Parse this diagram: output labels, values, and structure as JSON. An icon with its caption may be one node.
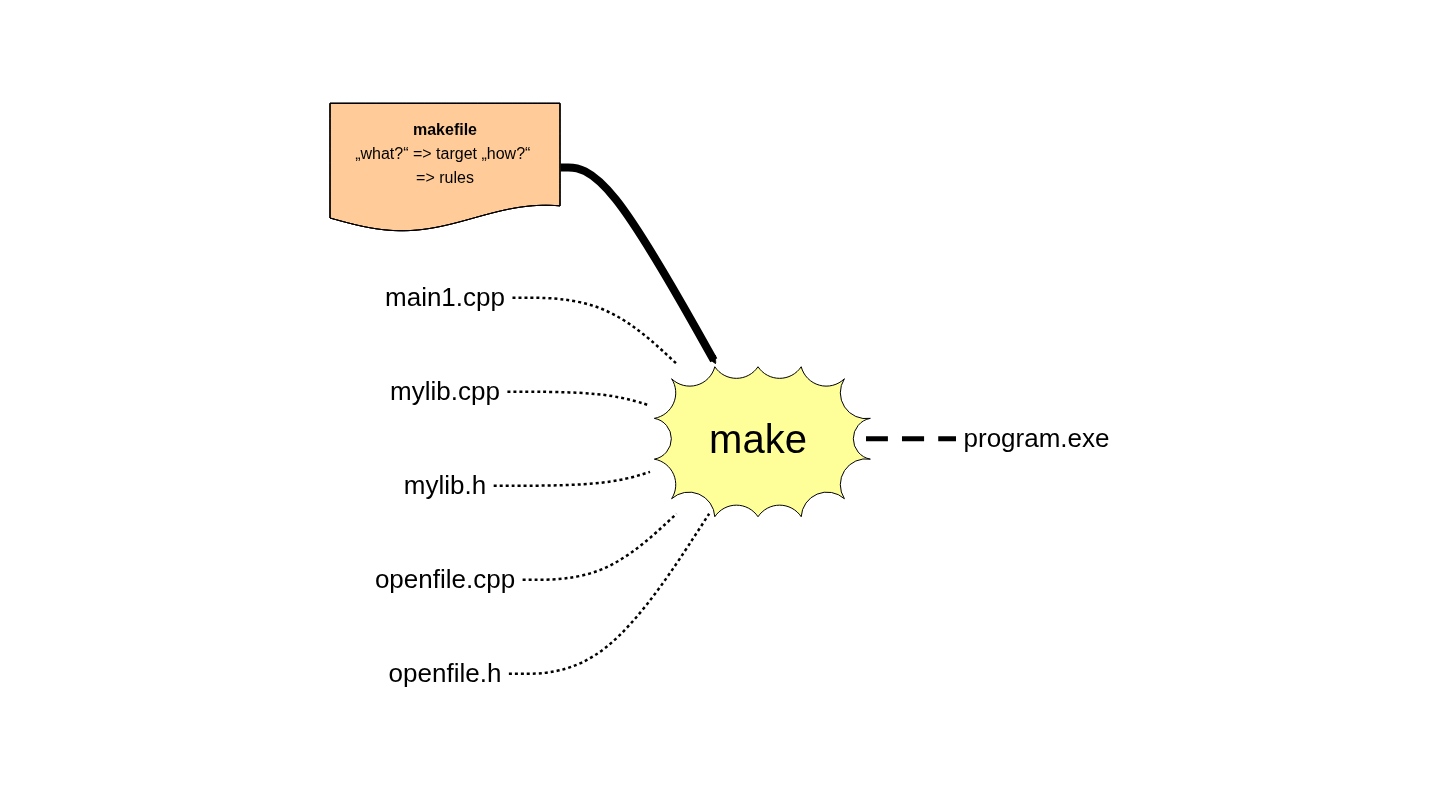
{
  "diagram": {
    "nodes": [
      {
        "text": [
          "makefile",
          "„what?“ => target „how?“ => rules"
        ]
      },
      {
        "text": [
          "main1.cpp"
        ]
      },
      {
        "text": [
          "mylib.cpp"
        ]
      },
      {
        "text": [
          "mylib.h"
        ]
      },
      {
        "text": [
          "make"
        ]
      },
      {
        "text": [
          "program.exe"
        ]
      },
      {
        "text": [
          "openfile.cpp"
        ]
      },
      {
        "text": [
          "openfile.h"
        ]
      }
    ],
    "edges": [
      {
        "from": 0,
        "to": 4,
        "arrow": "to",
        "style": "thick"
      },
      {
        "from": 1,
        "to": 4,
        "arrow": "none",
        "style": "dashed"
      },
      {
        "from": 2,
        "to": 4,
        "arrow": "none",
        "style": "dashed"
      },
      {
        "from": 3,
        "to": 4,
        "arrow": "none",
        "style": "dashed"
      },
      {
        "from": 6,
        "to": 4,
        "arrow": "none",
        "style": "dashed"
      },
      {
        "from": 7,
        "to": 4,
        "arrow": "none",
        "style": "dashed"
      },
      {
        "from": 4,
        "to": 5,
        "arrow": "none",
        "style": "dashed"
      }
    ]
  }
}
